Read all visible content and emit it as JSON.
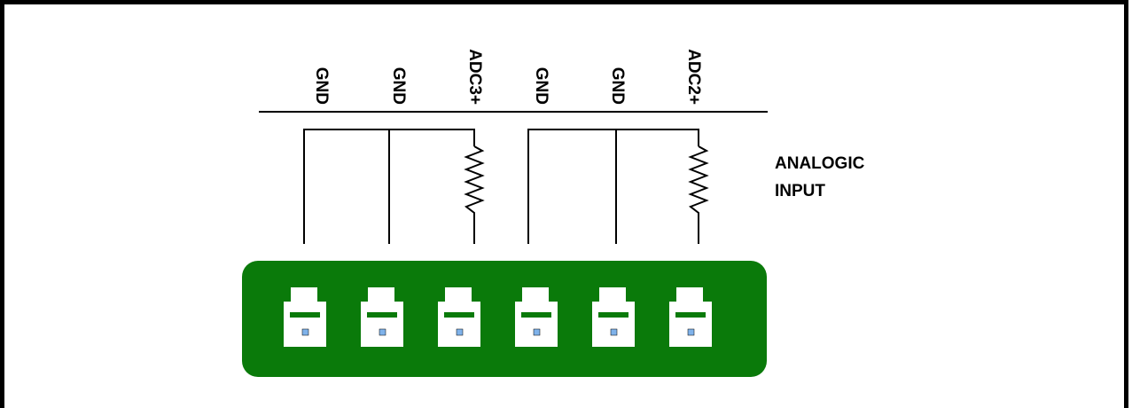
{
  "pin_labels": [
    "GND",
    "GND",
    "ADC3+",
    "GND",
    "GND",
    "ADC2+"
  ],
  "side_label": {
    "line1": "ANALOGIC",
    "line2": "INPUT"
  },
  "colors": {
    "frame": "#000000",
    "board": "#0a7a0a",
    "terminal": "#ffffff",
    "pin_dot": "#7fb2ea",
    "wire": "#000000"
  },
  "resistor_pins": [
    2,
    5
  ]
}
